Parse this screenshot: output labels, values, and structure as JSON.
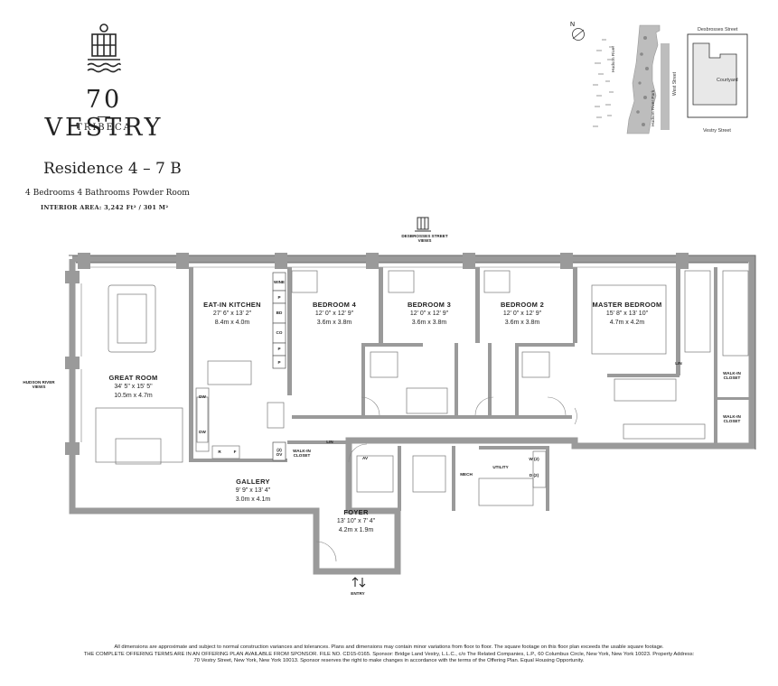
{
  "brand": {
    "name": "70 VESTRY",
    "neighborhood": "TRIBECA"
  },
  "residence": {
    "title": "Residence 4 – 7 B",
    "rooms_summary": "4 Bedrooms  4 Bathrooms  Powder Room",
    "interior_area": "INTERIOR AREA: 3,242 Ft² / 301 M²"
  },
  "site_map": {
    "compass": "N",
    "river": "Hudson River",
    "park": "Hudson River Park",
    "west_street": "West Street",
    "desbrosses": "Desbrosses Street",
    "courtyard": "Courtyard",
    "vestry": "Vestry Street"
  },
  "views": {
    "desbrosses": "DESBROSSES STREET\nVIEWS",
    "hudson": "HUDSON RIVER\nVIEWS",
    "entry": "ENTRY"
  },
  "rooms": {
    "great_room": {
      "name": "GREAT ROOM",
      "dim_imperial": "34' 5\" x 15' 5\"",
      "dim_metric": "10.5m x 4.7m"
    },
    "kitchen": {
      "name": "EAT-IN KITCHEN",
      "dim_imperial": "27' 6\" x 13' 2\"",
      "dim_metric": "8.4m x 4.0m"
    },
    "bedroom4": {
      "name": "BEDROOM 4",
      "dim_imperial": "12' 0\" x 12' 9\"",
      "dim_metric": "3.6m x 3.8m"
    },
    "bedroom3": {
      "name": "BEDROOM 3",
      "dim_imperial": "12' 0\" x 12' 9\"",
      "dim_metric": "3.6m x 3.8m"
    },
    "bedroom2": {
      "name": "BEDROOM 2",
      "dim_imperial": "12' 0\" x 12' 9\"",
      "dim_metric": "3.6m x 3.8m"
    },
    "master": {
      "name": "MASTER BEDROOM",
      "dim_imperial": "15' 8\" x 13' 10\"",
      "dim_metric": "4.7m x 4.2m"
    },
    "gallery": {
      "name": "GALLERY",
      "dim_imperial": "9' 9\" x 13' 4\"",
      "dim_metric": "3.0m x 4.1m"
    },
    "foyer": {
      "name": "FOYER",
      "dim_imperial": "13' 10\" x 7' 4\"",
      "dim_metric": "4.2m x 1.9m"
    }
  },
  "fixtures": {
    "wine": "WINE",
    "p": "P",
    "bd": "BD",
    "co": "CO",
    "dw": "DW",
    "r": "R",
    "f": "F",
    "ov": "(2)\nOV",
    "walkin": "WALK-IN\nCLOSET",
    "lin": "LIN",
    "av": "AV",
    "mech": "MECH",
    "utility": "UTILITY",
    "w": "W (2)",
    "d": "D (2)"
  },
  "disclaimer": {
    "line1": "All dimensions are approximate and subject to normal construction variances and tolerances. Plans and dimensions may contain minor variations from floor to floor. The square footage on this floor plan exceeds the usable square footage.",
    "line2": "THE COMPLETE OFFERING TERMS ARE IN AN OFFERING PLAN AVAILABLE FROM SPONSOR. FILE NO. CD15-0165. Sponsor: Bridge Land Vestry, L.L.C., c/o The Related Companies, L.P., 60 Columbus Circle, New York, New York 10023. Property Address:",
    "line3": "70 Vestry Street, New York, New York 10013. Sponsor reserves the right to make changes in accordance with the terms of the Offering Plan. Equal Housing Opportunity."
  }
}
